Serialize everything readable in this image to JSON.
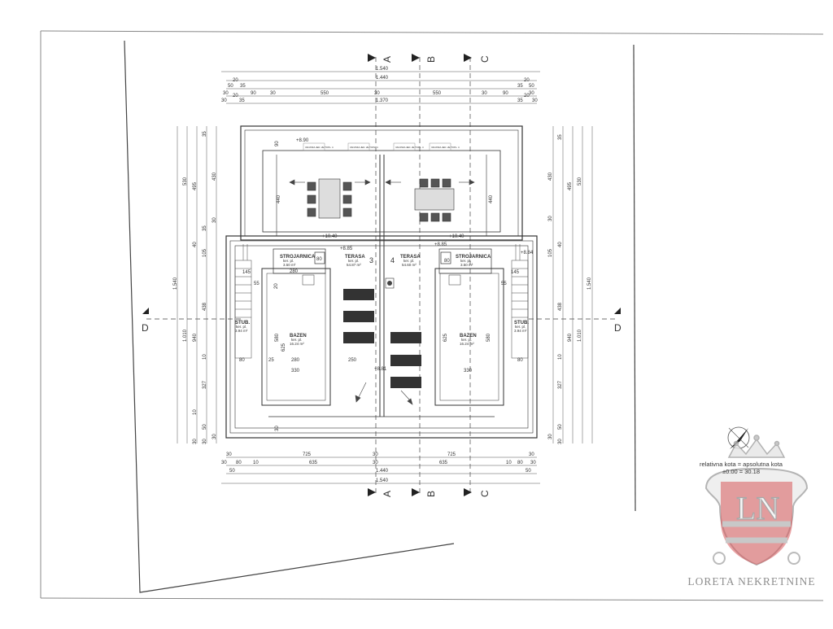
{
  "sections": {
    "a": "A",
    "b": "B",
    "c": "C",
    "d": "D"
  },
  "dims_top": {
    "r1": "1.540",
    "r2": "1.440",
    "r3": [
      "50",
      "20",
      "35",
      "35",
      "20",
      "50"
    ],
    "r4": [
      "30",
      "90",
      "30",
      "550",
      "30",
      "550",
      "30",
      "90",
      "30"
    ],
    "r5": [
      "30",
      "20",
      "35",
      "1.370",
      "35",
      "20",
      "30"
    ]
  },
  "dims_bottom": {
    "r1": [
      "30",
      "725",
      "30",
      "725",
      "30"
    ],
    "r2": [
      "30",
      "80",
      "10",
      "635",
      "30",
      "635",
      "10",
      "80",
      "30"
    ],
    "r3": [
      "50",
      "1.440",
      "50"
    ],
    "r4": "1.540"
  },
  "dims_left": [
    "30",
    "35",
    "530",
    "495",
    "430",
    "35",
    "30",
    "40",
    "105",
    "1.540",
    "438",
    "1.010",
    "940",
    "10",
    "327",
    "10",
    "50",
    "30",
    "30"
  ],
  "dims_right": [
    "35",
    "30",
    "430",
    "495",
    "530",
    "40",
    "105",
    "1.540",
    "438",
    "940",
    "1.010",
    "10",
    "327",
    "50",
    "30",
    "30"
  ],
  "levels": {
    "l1": "+8.90",
    "l2": "+10.40",
    "l3": "+10.40",
    "l4": "+8.85",
    "l5": "+8.85",
    "l6": "+8.84",
    "l7": "+8.81"
  },
  "interior_dims": {
    "d440l": "440",
    "d440r": "440",
    "d280a": "280",
    "d280b": "280",
    "d330a": "330",
    "d330b": "330",
    "d25": "25",
    "d250": "250",
    "d625a": "625",
    "d625b": "625",
    "d580a": "580",
    "d580b": "580",
    "d55a": "55",
    "d55b": "55",
    "d80a": "80",
    "d80b": "80",
    "d80c": "80",
    "d80d": "80",
    "d145a": "145",
    "d145b": "145",
    "d20": "20",
    "d90": "90",
    "d30": "30"
  },
  "rooms": {
    "strojarnica_l": {
      "name": "STROJARNICA",
      "area": "3.50 m²"
    },
    "strojarnica_r": {
      "name": "STROJARNICA",
      "area": "3.50 m²"
    },
    "terasa_l": {
      "name": "TERASA",
      "sub": "ker. pl.",
      "area": "54.87 m²",
      "num": "3"
    },
    "terasa_r": {
      "name": "TERASA",
      "sub": "ker. pl.",
      "area": "54.60 m²",
      "num": "4"
    },
    "bazen_l": {
      "name": "BAZEN",
      "sub": "ker. pl.",
      "area": "16.24 m²"
    },
    "bazen_r": {
      "name": "BAZEN",
      "sub": "ker. pl.",
      "area": "16.24 m²"
    },
    "stub_l": {
      "name": "STUB.",
      "sub": "ker. pl.",
      "area": "3.94 m²"
    },
    "stub_r": {
      "name": "STUB.",
      "sub": "ker. pl.",
      "area": "3.94 m²"
    },
    "kerpl": "ker. pl."
  },
  "parapet_notes": [
    "VANJSKA JED. 2E TOPL. 4",
    "VANJSKA JED. 2E TOPL. 4",
    "VANJSKA JED. 2E TOPL. 4",
    "VANJSKA JED. 2E TOPL. 4"
  ],
  "kota": {
    "line1": "relativna kota  =  apsolutna kota",
    "line2": "±0.00  =  30.18"
  },
  "brand": {
    "name": "LORETA NEKRETNINE",
    "monogram": "LN"
  },
  "colors": {
    "brand_red": "#d23a3e",
    "ink": "#333333",
    "watermark_grey": "#9a9a9a"
  }
}
